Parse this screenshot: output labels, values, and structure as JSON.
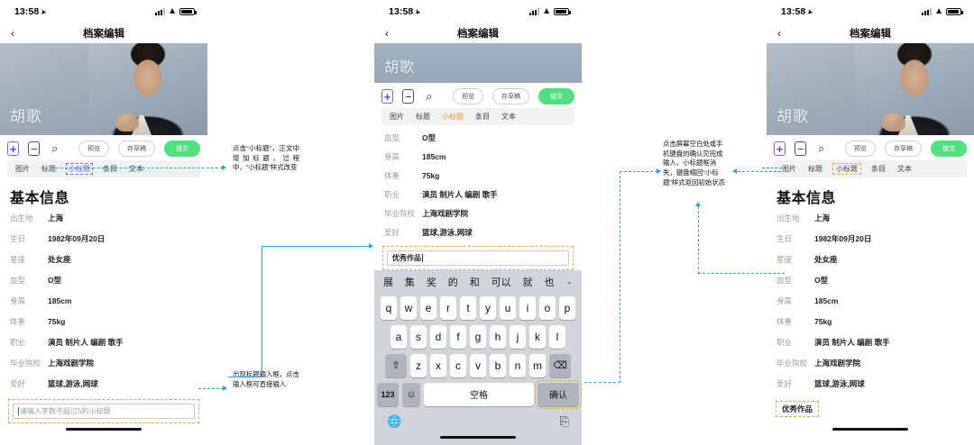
{
  "status_bar": {
    "time": "13:58",
    "location_icon": "location-arrow-icon",
    "wifi_icon": "wifi-icon",
    "battery_icon": "battery-icon"
  },
  "nav": {
    "back_icon": "chevron-left-icon",
    "title": "档案编辑"
  },
  "hero": {
    "name": "胡歌"
  },
  "toolbar": {
    "plus_icon": "plus-icon",
    "minus_icon": "minus-icon",
    "search_icon": "search-icon",
    "preview_label": "预览",
    "draft_label": "存草稿",
    "submit_label": "提交",
    "submit_color": "#4ee17f"
  },
  "tabs": [
    {
      "label": "图片"
    },
    {
      "label": "标题"
    },
    {
      "label": "小标题"
    },
    {
      "label": "条目"
    },
    {
      "label": "文本"
    }
  ],
  "section": {
    "title": "基本信息"
  },
  "info_rows": [
    {
      "key": "出生地",
      "value": "上海"
    },
    {
      "key": "生日",
      "value": "1982年09月20日"
    },
    {
      "key": "星座",
      "value": "处女座"
    },
    {
      "key": "血型",
      "value": "O型"
    },
    {
      "key": "身高",
      "value": "185cm"
    },
    {
      "key": "体重",
      "value": "75kg"
    },
    {
      "key": "职业",
      "value": "演员 制片人 编剧 歌手"
    },
    {
      "key": "毕业院校",
      "value": "上海戏剧学院"
    },
    {
      "key": "爱好",
      "value": "篮球,游泳,网球"
    }
  ],
  "info_rows_mid": [
    {
      "key": "血型",
      "value": "O型"
    },
    {
      "key": "身高",
      "value": "185cm"
    },
    {
      "key": "体重",
      "value": "75kg"
    },
    {
      "key": "职业",
      "value": "演员 制片人 编剧 歌手"
    },
    {
      "key": "毕业院校",
      "value": "上海戏剧学院"
    },
    {
      "key": "爱好",
      "value": "篮球,游泳,网球"
    }
  ],
  "subtitle_input": {
    "placeholder": "请输入字数不超过5的小标题",
    "value": "优秀作品",
    "highlight_color": "#f2a33c"
  },
  "added_subtitle": {
    "text": "优秀作品"
  },
  "keyboard": {
    "candidates": [
      "展",
      "集",
      "奖",
      "的",
      "和",
      "可以",
      "就",
      "也"
    ],
    "collapse_icon": "chevron-down-icon",
    "row1": [
      "q",
      "w",
      "e",
      "r",
      "t",
      "y",
      "u",
      "i",
      "o",
      "p"
    ],
    "row2": [
      "a",
      "s",
      "d",
      "f",
      "g",
      "h",
      "j",
      "k",
      "l"
    ],
    "row3": [
      "z",
      "x",
      "c",
      "v",
      "b",
      "n",
      "m"
    ],
    "shift_icon": "shift-icon",
    "backspace_icon": "backspace-icon",
    "num_label": "123",
    "emoji_icon": "emoji-icon",
    "space_label": "空格",
    "enter_label": "确认",
    "globe_icon": "globe-icon",
    "mic_icon": "microphone-icon"
  },
  "annotations": {
    "a1": "点击“小标题”，正文中增加标题，过程中，“小标题”样式改变",
    "a2": "出现标题输入框，点击输入框可直接输入",
    "a3": "点击屏幕空白处或手机键盘的确认见完成输入，小标题框消失，键盘缩回“小标题”样式返回初始状态"
  },
  "connector_color": "#29a3e0"
}
